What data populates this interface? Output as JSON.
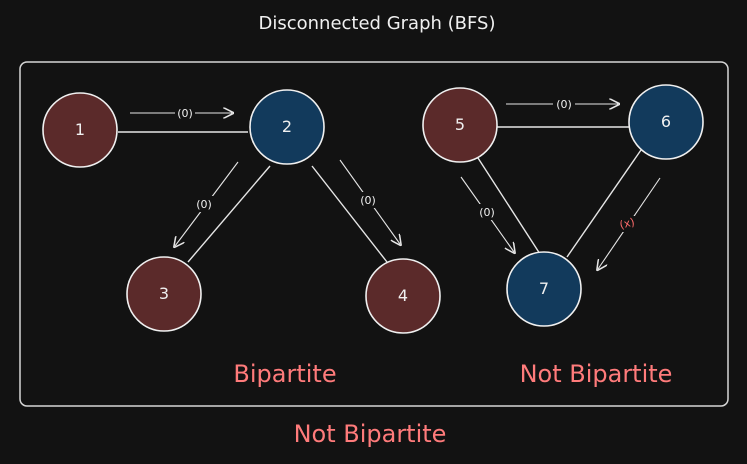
{
  "title": "Disconnected Graph (BFS)",
  "colors": {
    "background": "#121212",
    "frame": "#d6d6d6",
    "edge": "#e6e6e6",
    "node_red": "#5b2a2a",
    "node_blue": "#123a5c",
    "node_stroke": "#f0f0f0",
    "label_text": "#f0f0f0",
    "result_text": "#ff7b7b",
    "conflict_text": "#ff6b6b"
  },
  "nodes": [
    {
      "id": "1",
      "label": "1",
      "color": "red"
    },
    {
      "id": "2",
      "label": "2",
      "color": "blue"
    },
    {
      "id": "3",
      "label": "3",
      "color": "red"
    },
    {
      "id": "4",
      "label": "4",
      "color": "red"
    },
    {
      "id": "5",
      "label": "5",
      "color": "red"
    },
    {
      "id": "6",
      "label": "6",
      "color": "blue"
    },
    {
      "id": "7",
      "label": "7",
      "color": "blue"
    }
  ],
  "edges": [
    {
      "from": "1",
      "to": "2",
      "label": "(0)"
    },
    {
      "from": "2",
      "to": "3",
      "label": "(0)"
    },
    {
      "from": "2",
      "to": "4",
      "label": "(0)"
    },
    {
      "from": "5",
      "to": "6",
      "label": "(0)"
    },
    {
      "from": "5",
      "to": "7",
      "label": "(0)"
    },
    {
      "from": "6",
      "to": "7",
      "label": "(x)",
      "conflict": true
    }
  ],
  "components": [
    {
      "result": "Bipartite"
    },
    {
      "result": "Not Bipartite"
    }
  ],
  "overall_result": "Not Bipartite"
}
